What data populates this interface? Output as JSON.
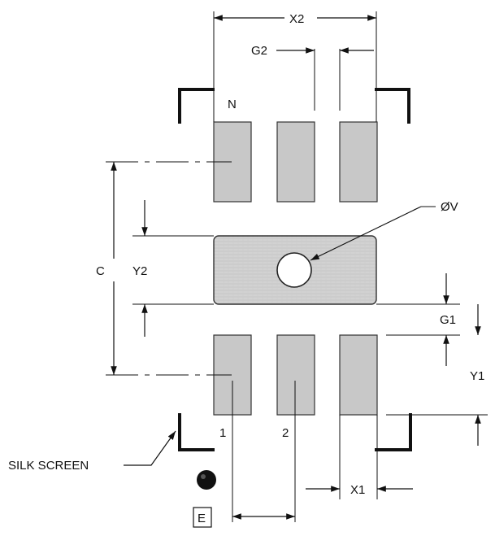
{
  "labels": {
    "x2": "X2",
    "g2": "G2",
    "n": "N",
    "ov": "ØV",
    "c": "C",
    "y2": "Y2",
    "g1": "G1",
    "y1": "Y1",
    "pin1": "1",
    "pin2": "2",
    "silk_screen": "SILK SCREEN",
    "x1": "X1",
    "e": "E"
  }
}
